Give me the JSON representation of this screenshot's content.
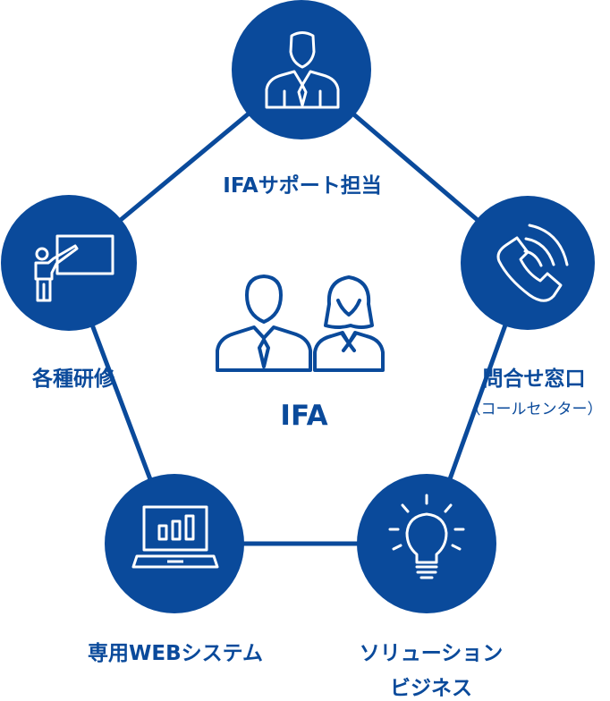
{
  "colors": {
    "primary": "#0a4a9b",
    "icon_stroke": "#ffffff",
    "center_icon": "#0a4a9b",
    "background": "#ffffff"
  },
  "center": {
    "label": "IFA",
    "icon": "people-icon"
  },
  "nodes": [
    {
      "id": "support",
      "label": "IFAサポート担当",
      "icon": "businessman-icon"
    },
    {
      "id": "callcenter",
      "label": "問合せ窓口",
      "sublabel": "（コールセンター）",
      "icon": "phone-icon"
    },
    {
      "id": "solution",
      "label_line1": "ソリューション",
      "label_line2": "ビジネス",
      "icon": "lightbulb-icon"
    },
    {
      "id": "system",
      "label": "専用WEBシステム",
      "icon": "laptop-chart-icon"
    },
    {
      "id": "training",
      "label": "各種研修",
      "icon": "presentation-icon"
    }
  ]
}
